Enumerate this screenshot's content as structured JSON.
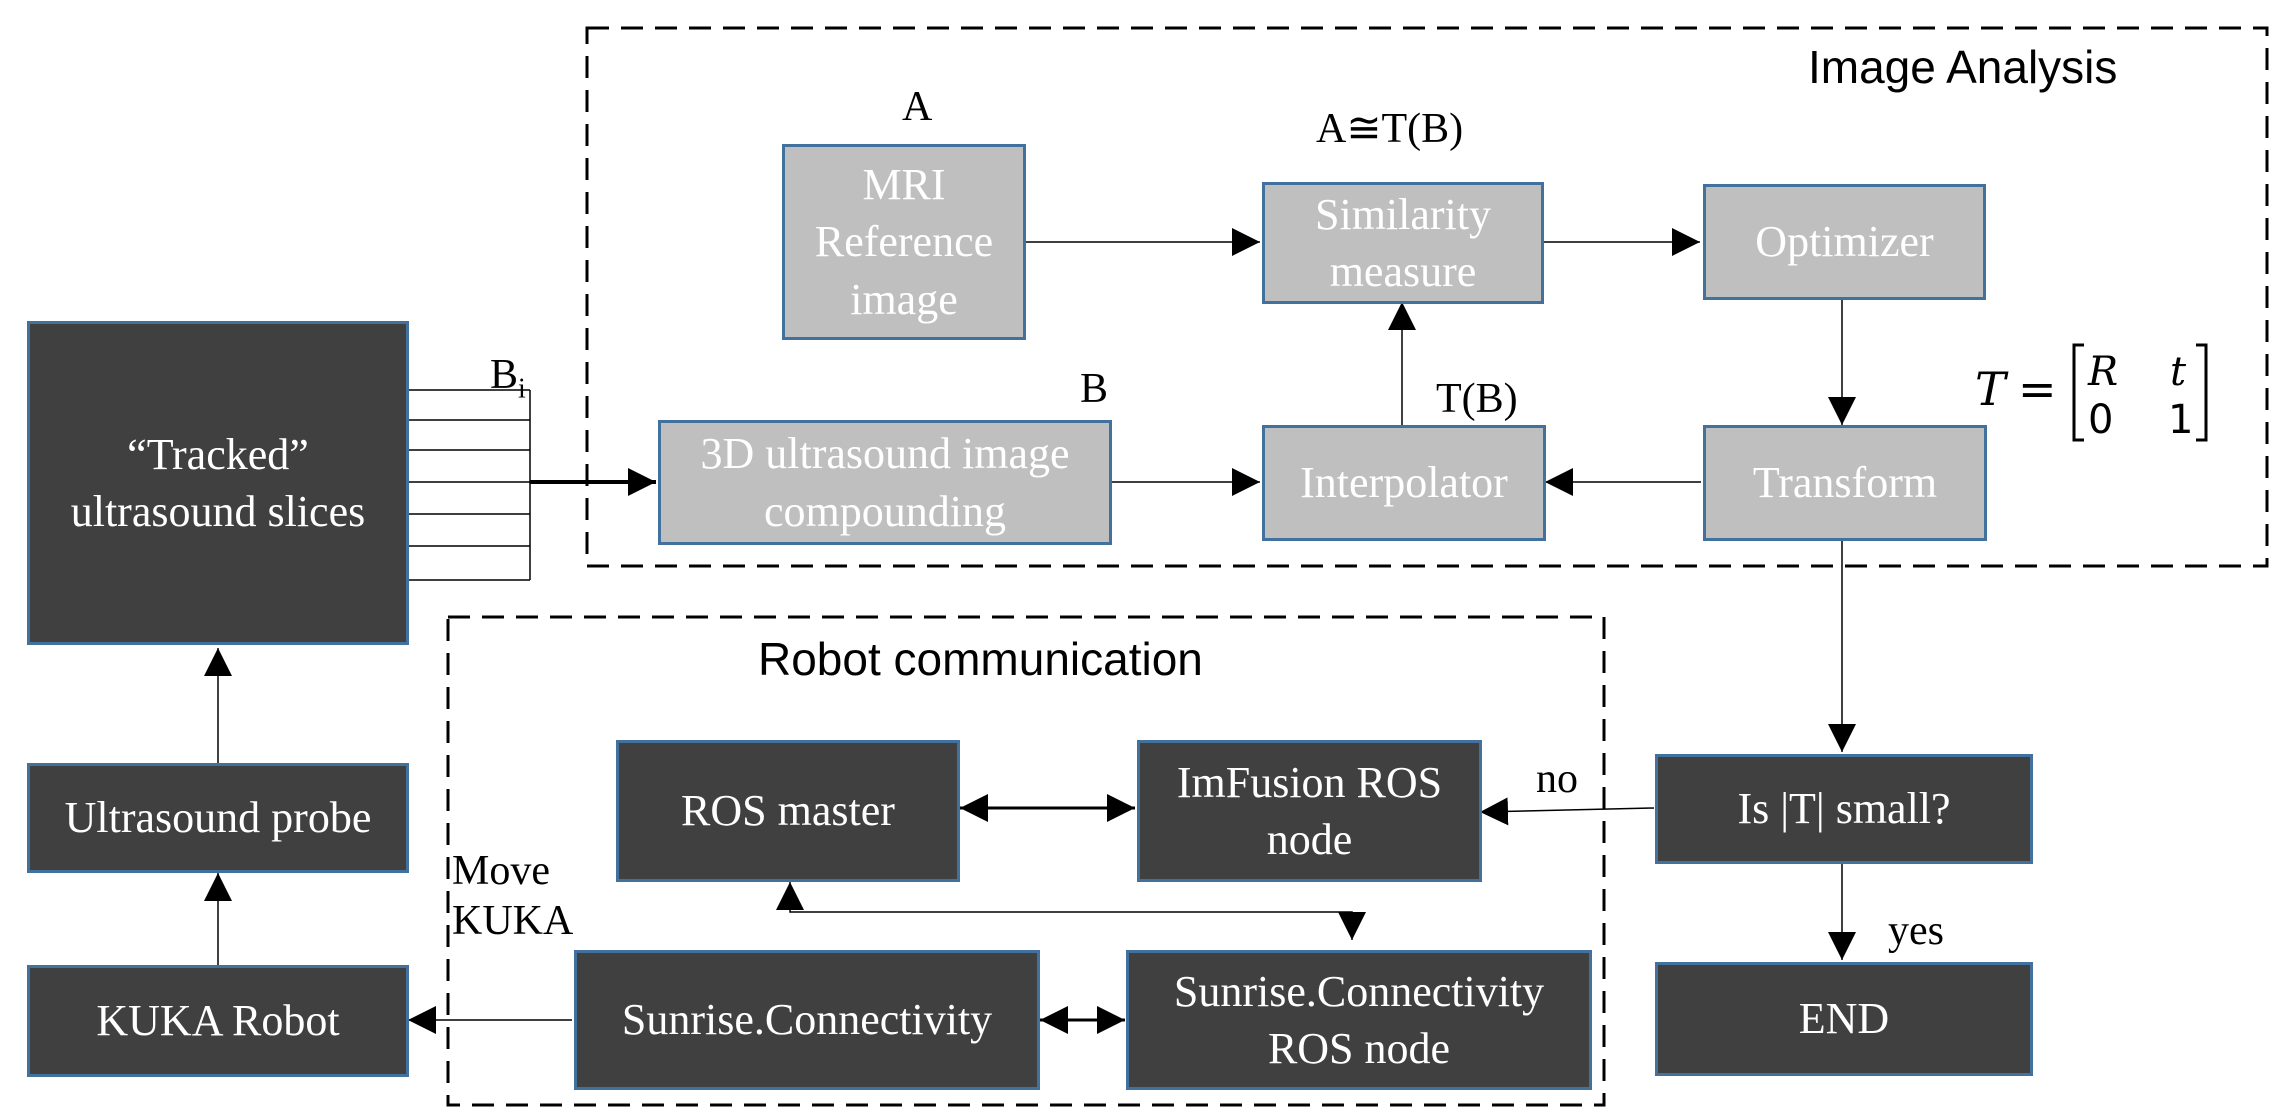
{
  "sections": {
    "image_analysis": "Image Analysis",
    "robot_communication": "Robot communication"
  },
  "boxes": {
    "tracked_slices": "“Tracked”\nultrasound slices",
    "ultrasound_probe": "Ultrasound probe",
    "kuka_robot": "KUKA Robot",
    "mri_reference": "MRI\nReference\nimage",
    "similarity_measure": "Similarity\nmeasure",
    "optimizer": "Optimizer",
    "us_compounding": "3D ultrasound image\ncompounding",
    "interpolator": "Interpolator",
    "transform": "Transform",
    "ros_master": "ROS master",
    "imfusion_ros_node": "ImFusion ROS\nnode",
    "is_t_small": "Is |T| small?",
    "end": "END",
    "sunrise_connectivity": "Sunrise.Connectivity",
    "sunrise_ros_node": "Sunrise.Connectivity\nROS node"
  },
  "labels": {
    "a": "A",
    "a_approx_tb": "A≅T(B)",
    "b_i_base": "B",
    "b_i_sub": "i",
    "b": "B",
    "tb": "T(B)",
    "no": "no",
    "yes": "yes",
    "move_kuka": "Move\nKUKA"
  },
  "matrix": {
    "lhs": "T",
    "equals": "=",
    "r": "R",
    "t": "t",
    "zero": "0",
    "one": "1"
  },
  "colors": {
    "light_box": "#bfbfbf",
    "dark_box": "#404040",
    "box_border": "#41719c"
  }
}
